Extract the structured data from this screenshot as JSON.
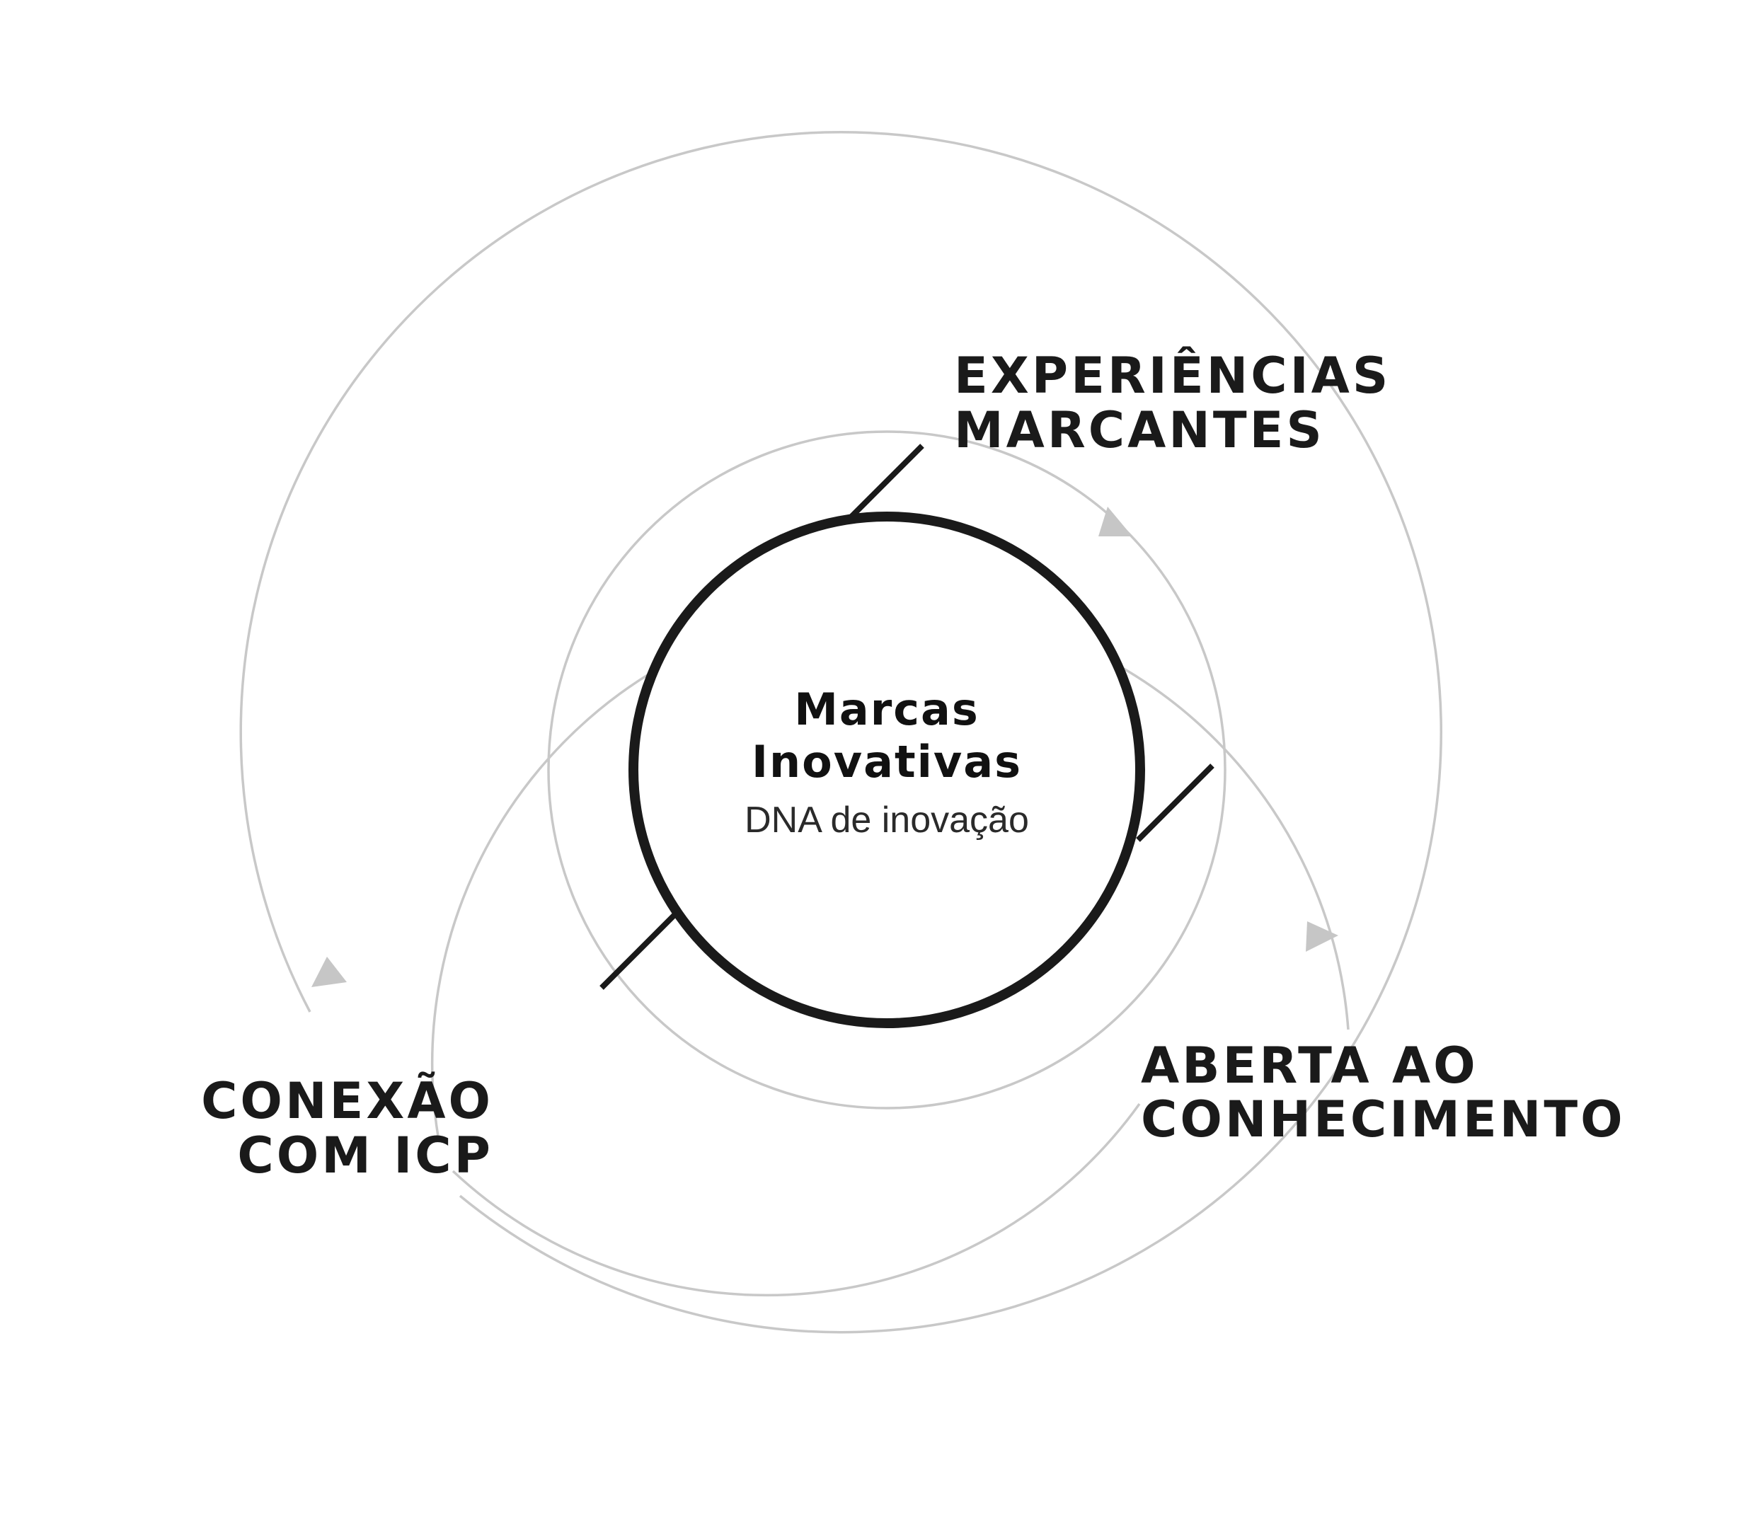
{
  "center": {
    "title_line1": "Marcas",
    "title_line2": "Inovativas",
    "subtitle": "DNA de inovação"
  },
  "pillars": [
    {
      "line1": "EXPERIÊNCIAS",
      "line2": "MARCANTES"
    },
    {
      "line1": "ABERTA AO",
      "line2": "CONHECIMENTO"
    },
    {
      "line1": "CONEXÃO",
      "line2": "COM ICP"
    }
  ],
  "colors": {
    "ring": "#c8c8c8",
    "arrow": "#c6c6c6",
    "ink": "#1a1a1a",
    "background": "#ffffff"
  }
}
